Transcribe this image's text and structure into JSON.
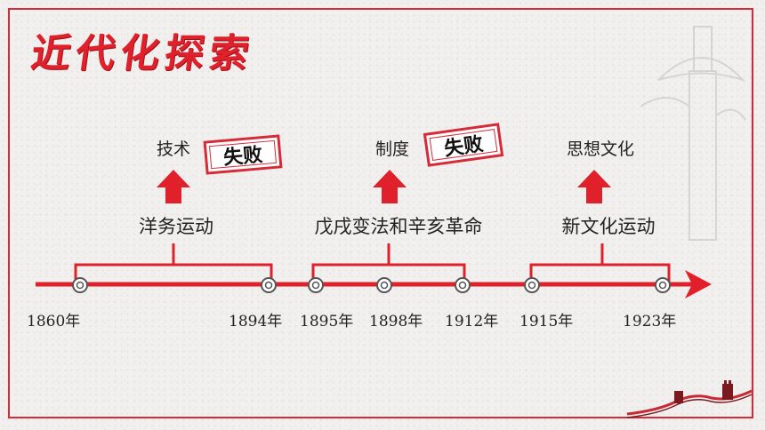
{
  "title": "近代化探索",
  "colors": {
    "accent": "#e0202b",
    "frame": "#d52a37",
    "node_ring": "#555555"
  },
  "movements": [
    {
      "name": "洋务运动",
      "outcome": "技术",
      "stamp": "失败"
    },
    {
      "name": "戊戌变法和辛亥革命",
      "outcome": "制度",
      "stamp": "失败"
    },
    {
      "name": "新文化运动",
      "outcome": "思想文化"
    }
  ],
  "years": [
    "1860年",
    "1894年",
    "1895年",
    "1898年",
    "1912年",
    "1915年",
    "1923年"
  ]
}
